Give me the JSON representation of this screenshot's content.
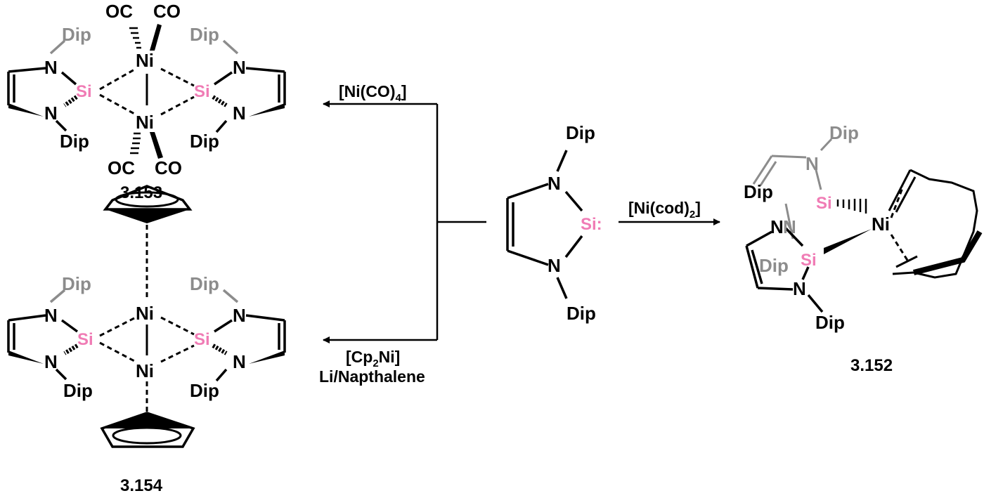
{
  "colors": {
    "silicon": "#f07cb5",
    "bond": "#000000",
    "substituent_grey": "#8c8c8c"
  },
  "atoms": {
    "co": "OC",
    "co_right": "CO",
    "ni": "Ni",
    "si": "Si",
    "n": "N",
    "dip": "Dip",
    "silylene_si": "Si:"
  },
  "reagents": {
    "ni_co4": {
      "main": "[Ni(CO)",
      "sub": "4",
      "close": "]"
    },
    "cp2ni_line1": {
      "main": "[Cp",
      "sub": "2",
      "close": "Ni]"
    },
    "cp2ni_line2": "Li/Napthalene",
    "ni_cod2": {
      "main": "[Ni(cod)",
      "sub": "2",
      "close": "]"
    }
  },
  "compounds": {
    "c153": "3.153",
    "c154": "3.154",
    "c152": "3.152"
  }
}
